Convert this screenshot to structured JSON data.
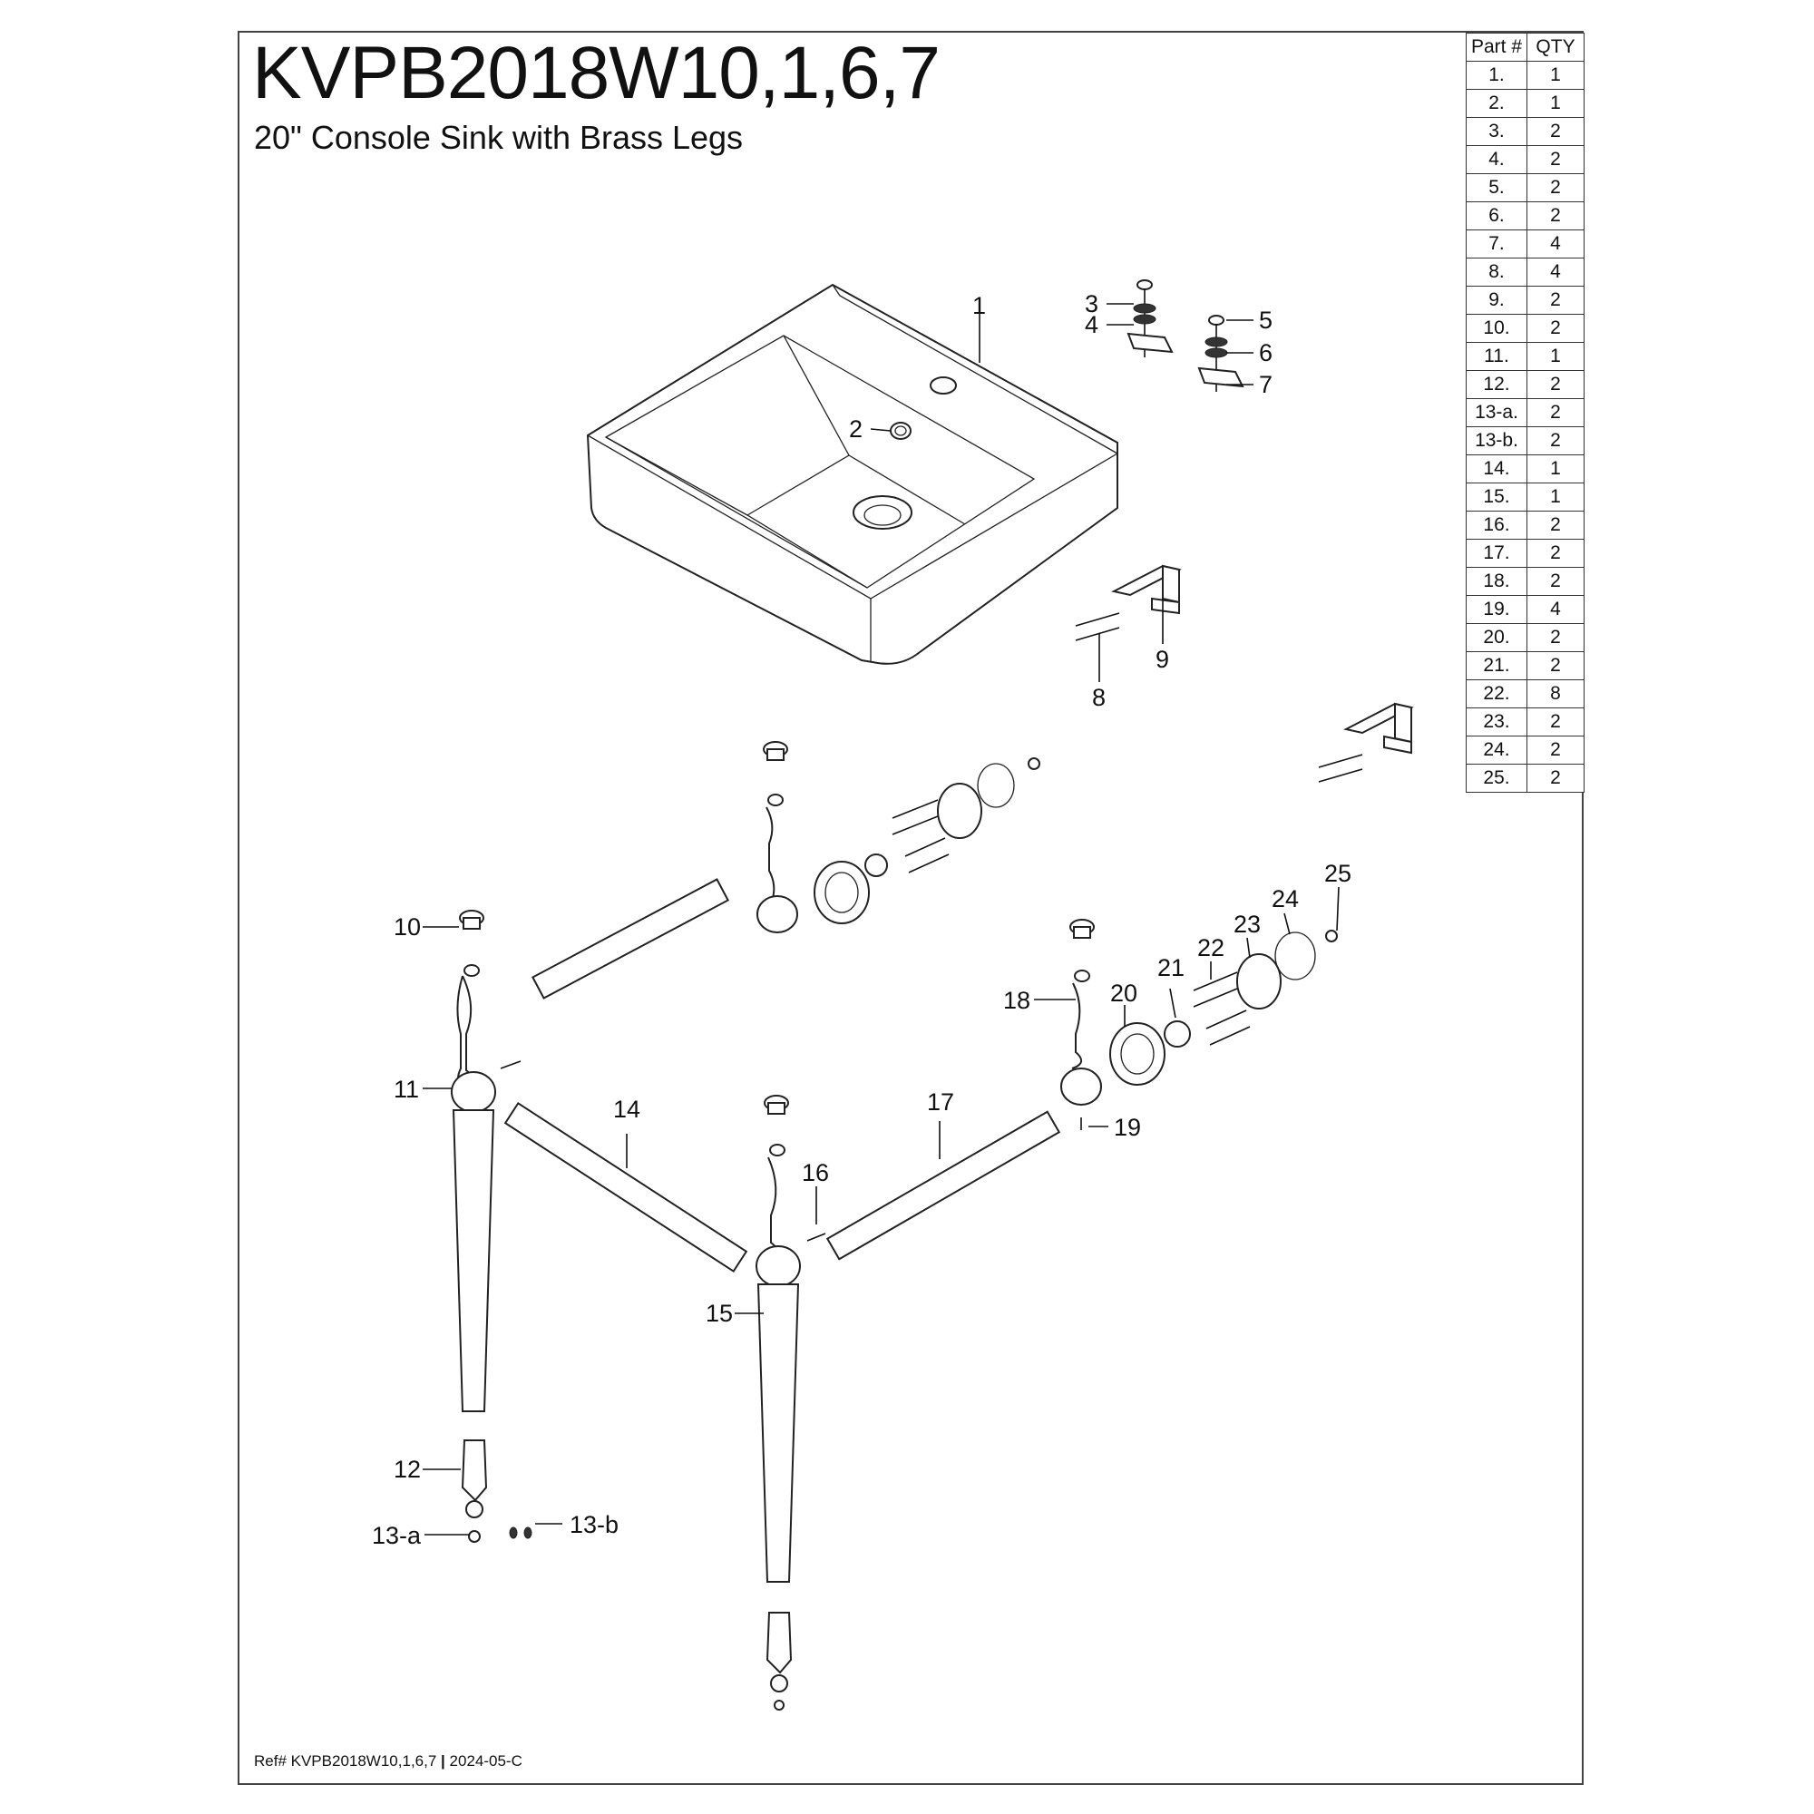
{
  "header": {
    "model": "KVPB2018W10,1,6,7",
    "subtitle": "20\" Console Sink with Brass Legs"
  },
  "parts_table": {
    "headers": {
      "part": "Part #",
      "qty": "QTY"
    },
    "rows": [
      {
        "part": "1.",
        "qty": "1"
      },
      {
        "part": "2.",
        "qty": "1"
      },
      {
        "part": "3.",
        "qty": "2"
      },
      {
        "part": "4.",
        "qty": "2"
      },
      {
        "part": "5.",
        "qty": "2"
      },
      {
        "part": "6.",
        "qty": "2"
      },
      {
        "part": "7.",
        "qty": "4"
      },
      {
        "part": "8.",
        "qty": "4"
      },
      {
        "part": "9.",
        "qty": "2"
      },
      {
        "part": "10.",
        "qty": "2"
      },
      {
        "part": "11.",
        "qty": "1"
      },
      {
        "part": "12.",
        "qty": "2"
      },
      {
        "part": "13-a.",
        "qty": "2"
      },
      {
        "part": "13-b.",
        "qty": "2"
      },
      {
        "part": "14.",
        "qty": "1"
      },
      {
        "part": "15.",
        "qty": "1"
      },
      {
        "part": "16.",
        "qty": "2"
      },
      {
        "part": "17.",
        "qty": "2"
      },
      {
        "part": "18.",
        "qty": "2"
      },
      {
        "part": "19.",
        "qty": "4"
      },
      {
        "part": "20.",
        "qty": "2"
      },
      {
        "part": "21.",
        "qty": "2"
      },
      {
        "part": "22.",
        "qty": "8"
      },
      {
        "part": "23.",
        "qty": "2"
      },
      {
        "part": "24.",
        "qty": "2"
      },
      {
        "part": "25.",
        "qty": "2"
      }
    ]
  },
  "callouts": {
    "c1": "1",
    "c2": "2",
    "c3": "3",
    "c4": "4",
    "c5": "5",
    "c6": "6",
    "c7": "7",
    "c8": "8",
    "c9": "9",
    "c10": "10",
    "c11": "11",
    "c12": "12",
    "c13a": "13-a",
    "c13b": "13-b",
    "c14": "14",
    "c15": "15",
    "c16": "16",
    "c17": "17",
    "c18": "18",
    "c19": "19",
    "c20": "20",
    "c21": "21",
    "c22": "22",
    "c23": "23",
    "c24": "24",
    "c25": "25"
  },
  "footer": {
    "ref": "Ref# KVPB2018W10,1,6,7",
    "separator": "|",
    "date_code": "2024-05-C"
  }
}
